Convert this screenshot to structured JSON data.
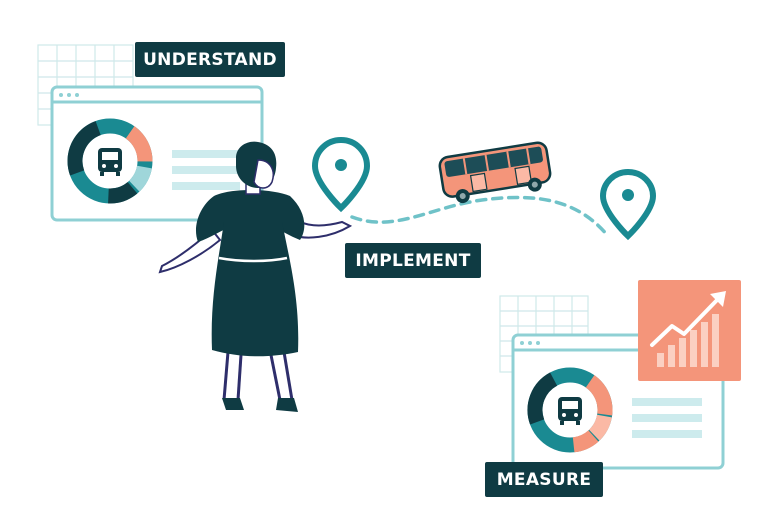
{
  "labels": {
    "understand": "UNDERSTAND",
    "implement": "IMPLEMENT",
    "measure": "MEASURE"
  },
  "icons": [
    "grid-icon",
    "browser-window-icon",
    "donut-chart-icon",
    "bus-icon",
    "map-pin-icon",
    "bus-illustration",
    "trend-chart-icon",
    "person-illustration"
  ],
  "colors": {
    "dark_teal": "#0f3b43",
    "teal": "#1a8a92",
    "light_teal": "#9fd6da",
    "pale_teal": "#cdebed",
    "salmon": "#f4957a",
    "light_salmon": "#fbb9a5"
  }
}
